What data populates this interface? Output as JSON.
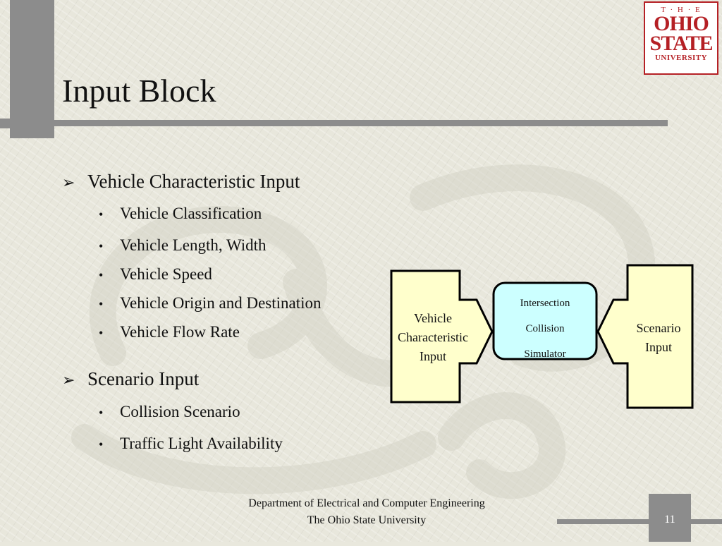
{
  "slide": {
    "title": "Input Block",
    "page_number": "11"
  },
  "logo": {
    "line1": "T · H · E",
    "line2": "OHIO",
    "line3": "STATE",
    "line4": "UNIVERSITY"
  },
  "sections": [
    {
      "heading": "Vehicle Characteristic Input",
      "items": [
        "Vehicle Classification",
        "Vehicle Length, Width",
        "Vehicle Speed",
        "Vehicle Origin and Destination",
        "Vehicle Flow Rate"
      ]
    },
    {
      "heading": "Scenario Input",
      "items": [
        "Collision Scenario",
        "Traffic Light Availability"
      ]
    }
  ],
  "diagram": {
    "left_block": [
      "Vehicle",
      "Characteristic",
      "Input"
    ],
    "center_block": [
      "Intersection",
      "Collision",
      "Simulator"
    ],
    "right_block": [
      "Scenario",
      "Input"
    ],
    "colors": {
      "input_fill": "#ffffcc",
      "simulator_fill": "#ccffff",
      "stroke": "#000000"
    }
  },
  "footer": {
    "line1": "Department of Electrical and Computer Engineering",
    "line2": "The Ohio State University"
  }
}
